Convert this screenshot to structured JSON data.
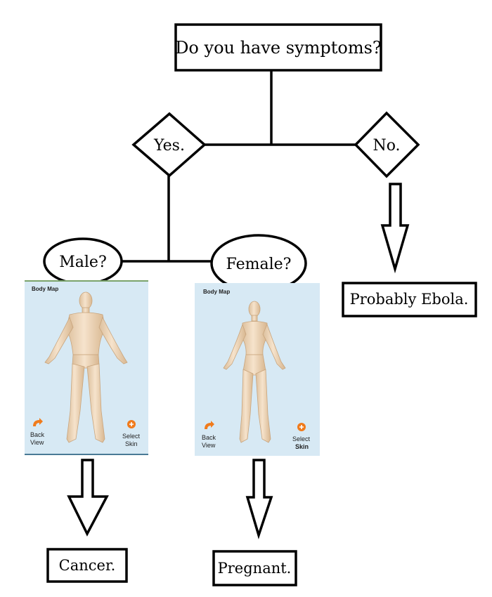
{
  "question": "Do you have symptoms?",
  "yes": "Yes.",
  "no": "No.",
  "male": "Male?",
  "female": "Female?",
  "ebola": "Probably Ebola.",
  "cancer": "Cancer.",
  "pregnant": "Pregnant.",
  "male_panel": {
    "title": "Body Map",
    "back_label_1": "Back",
    "back_label_2": "View",
    "skin_label_1": "Select",
    "skin_label_2": "Skin"
  },
  "female_panel": {
    "title": "Body Map",
    "back_label_1": "Back",
    "back_label_2": "View",
    "skin_label_1": "Select",
    "skin_label_2": "Skin"
  },
  "colors": {
    "panel_bg": "#d7e9f4",
    "skin": "#f2dcc2",
    "skin_shade": "#d9b994",
    "accent_orange": "#f07b1c"
  }
}
